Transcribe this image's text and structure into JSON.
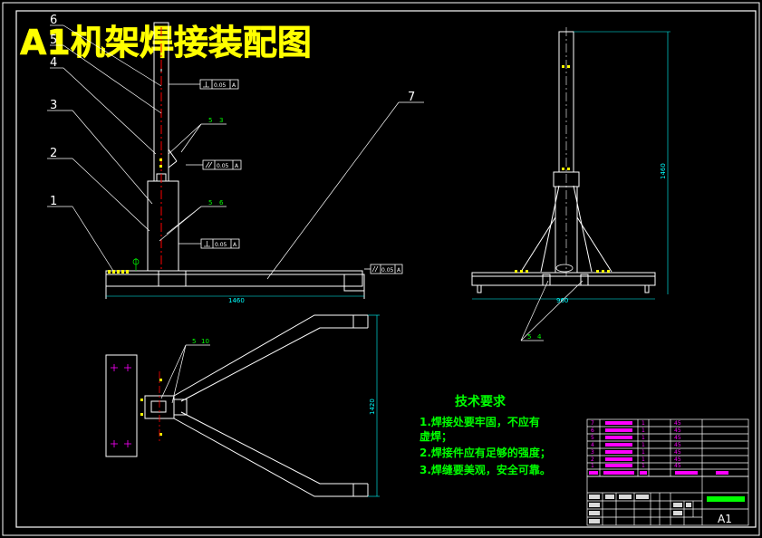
{
  "drawing": {
    "title": "A1机架焊接装配图",
    "sheet_size": "A1",
    "part_callouts": [
      "1",
      "2",
      "3",
      "4",
      "5",
      "6",
      "7"
    ],
    "tolerances": {
      "perp_top": "0.05",
      "parallel_mid": "0.05",
      "perp_bottom": "0.05",
      "base_right": "0.05",
      "datum": "A"
    },
    "weld_symbols": [
      "5",
      "3",
      "5",
      "6",
      "5",
      "4",
      "5",
      "10"
    ],
    "dimensions": {
      "front_length": "1460",
      "side_height": "1460",
      "side_width": "960",
      "top_width": "1420"
    }
  },
  "requirements": {
    "heading": "技术要求",
    "items": [
      "1.焊接处要牢固，不应有",
      "虚焊；",
      "2.焊接件应有足够的强度；",
      "3.焊缝要美观，安全可靠。"
    ]
  },
  "bom": {
    "rows": [
      {
        "no": "7",
        "qty": "1",
        "mat": "45"
      },
      {
        "no": "6",
        "qty": "1",
        "mat": "45"
      },
      {
        "no": "5",
        "qty": "1",
        "mat": "45"
      },
      {
        "no": "4",
        "qty": "1",
        "mat": "45"
      },
      {
        "no": "3",
        "qty": "1",
        "mat": "45"
      },
      {
        "no": "2",
        "qty": "1",
        "mat": "45"
      },
      {
        "no": "1",
        "qty": "1",
        "mat": "45"
      }
    ]
  },
  "colors": {
    "background": "#000000",
    "line": "#ffffff",
    "title": "#ffff00",
    "text_green": "#00ff00",
    "bom_magenta": "#ff00ff",
    "center_red": "#ff0000",
    "hatch_yellow": "#ffff00",
    "weld_cyan": "#00ffff"
  }
}
